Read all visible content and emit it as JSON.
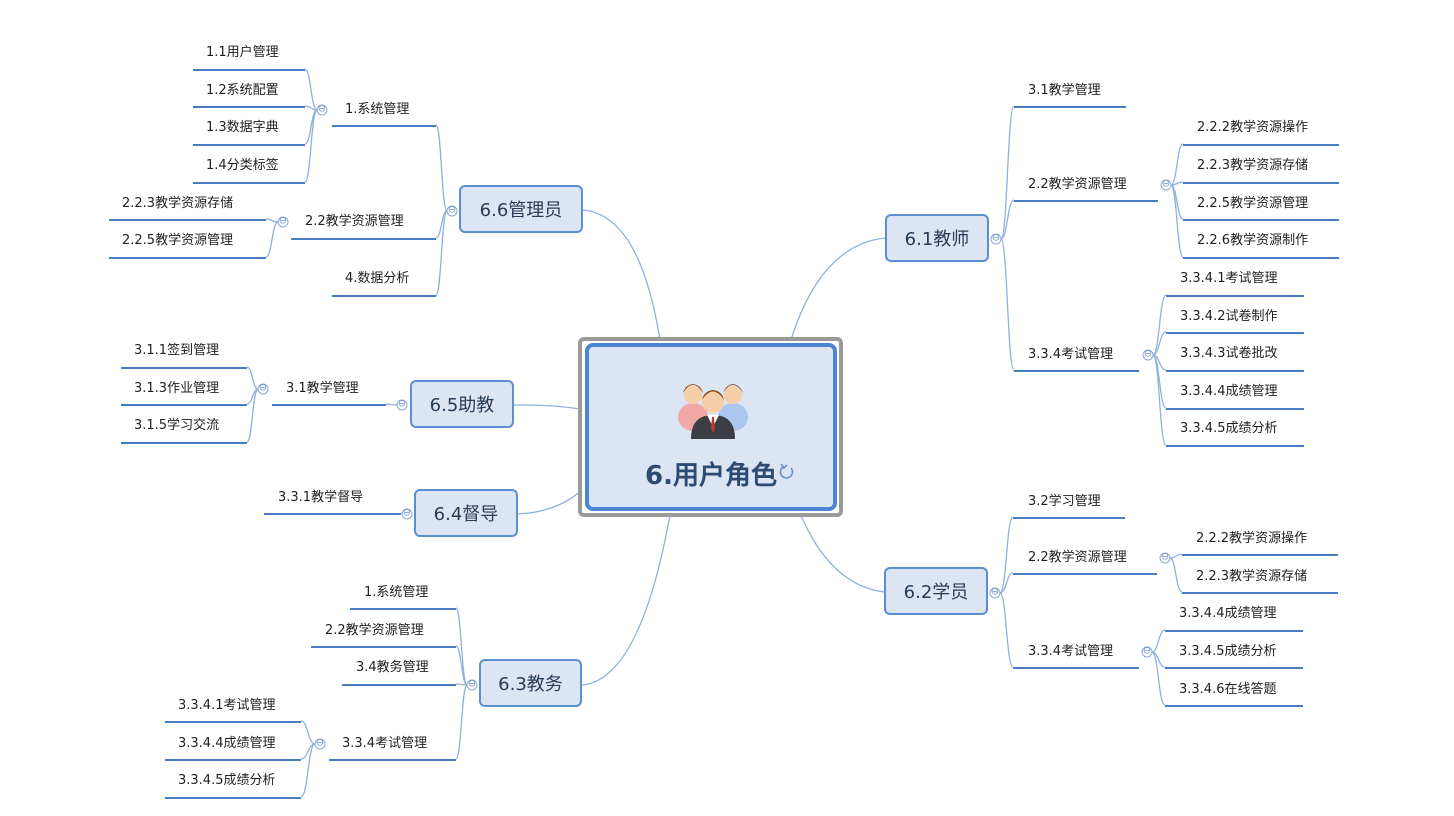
{
  "center": {
    "title": "6.用户角色",
    "icon": "user-group-icon",
    "action_icon": "refresh-icon"
  },
  "colors": {
    "accent": "#4a7cc4",
    "node_fill": "#dbe5f3",
    "node_border": "#5b8fd0",
    "center_border": "#4a86d1",
    "link": "#8fb1dd"
  },
  "roles": {
    "r61": "6.1教师",
    "r62": "6.2学员",
    "r63": "6.3教务",
    "r64": "6.4督导",
    "r65": "6.5助教",
    "r66": "6.6管理员"
  },
  "t61": {
    "a": "3.1教学管理",
    "b": "2.2教学资源管理",
    "b1": "2.2.2教学资源操作",
    "b2": "2.2.3教学资源存储",
    "b3": "2.2.5教学资源管理",
    "b4": "2.2.6教学资源制作",
    "c": "3.3.4考试管理",
    "c1": "3.3.4.1考试管理",
    "c2": "3.3.4.2试卷制作",
    "c3": "3.3.4.3试卷批改",
    "c4": "3.3.4.4成绩管理",
    "c5": "3.3.4.5成绩分析"
  },
  "t62": {
    "a": "3.2学习管理",
    "b": "2.2教学资源管理",
    "b1": "2.2.2教学资源操作",
    "b2": "2.2.3教学资源存储",
    "c": "3.3.4考试管理",
    "c1": "3.3.4.4成绩管理",
    "c2": "3.3.4.5成绩分析",
    "c3": "3.3.4.6在线答题"
  },
  "t63": {
    "a": "1.系统管理",
    "b": "2.2教学资源管理",
    "c": "3.4教务管理",
    "d": "3.3.4考试管理",
    "d1": "3.3.4.1考试管理",
    "d2": "3.3.4.4成绩管理",
    "d3": "3.3.4.5成绩分析"
  },
  "t64": {
    "a": "3.3.1教学督导"
  },
  "t65": {
    "a": "3.1教学管理",
    "a1": "3.1.1签到管理",
    "a2": "3.1.3作业管理",
    "a3": "3.1.5学习交流"
  },
  "t66": {
    "a": "1.系统管理",
    "a1": "1.1用户管理",
    "a2": "1.2系统配置",
    "a3": "1.3数据字典",
    "a4": "1.4分类标签",
    "b": "2.2教学资源管理",
    "b1": "2.2.3教学资源存储",
    "b2": "2.2.5教学资源管理",
    "c": "4.数据分析"
  },
  "collapse_symbol": "⊖"
}
